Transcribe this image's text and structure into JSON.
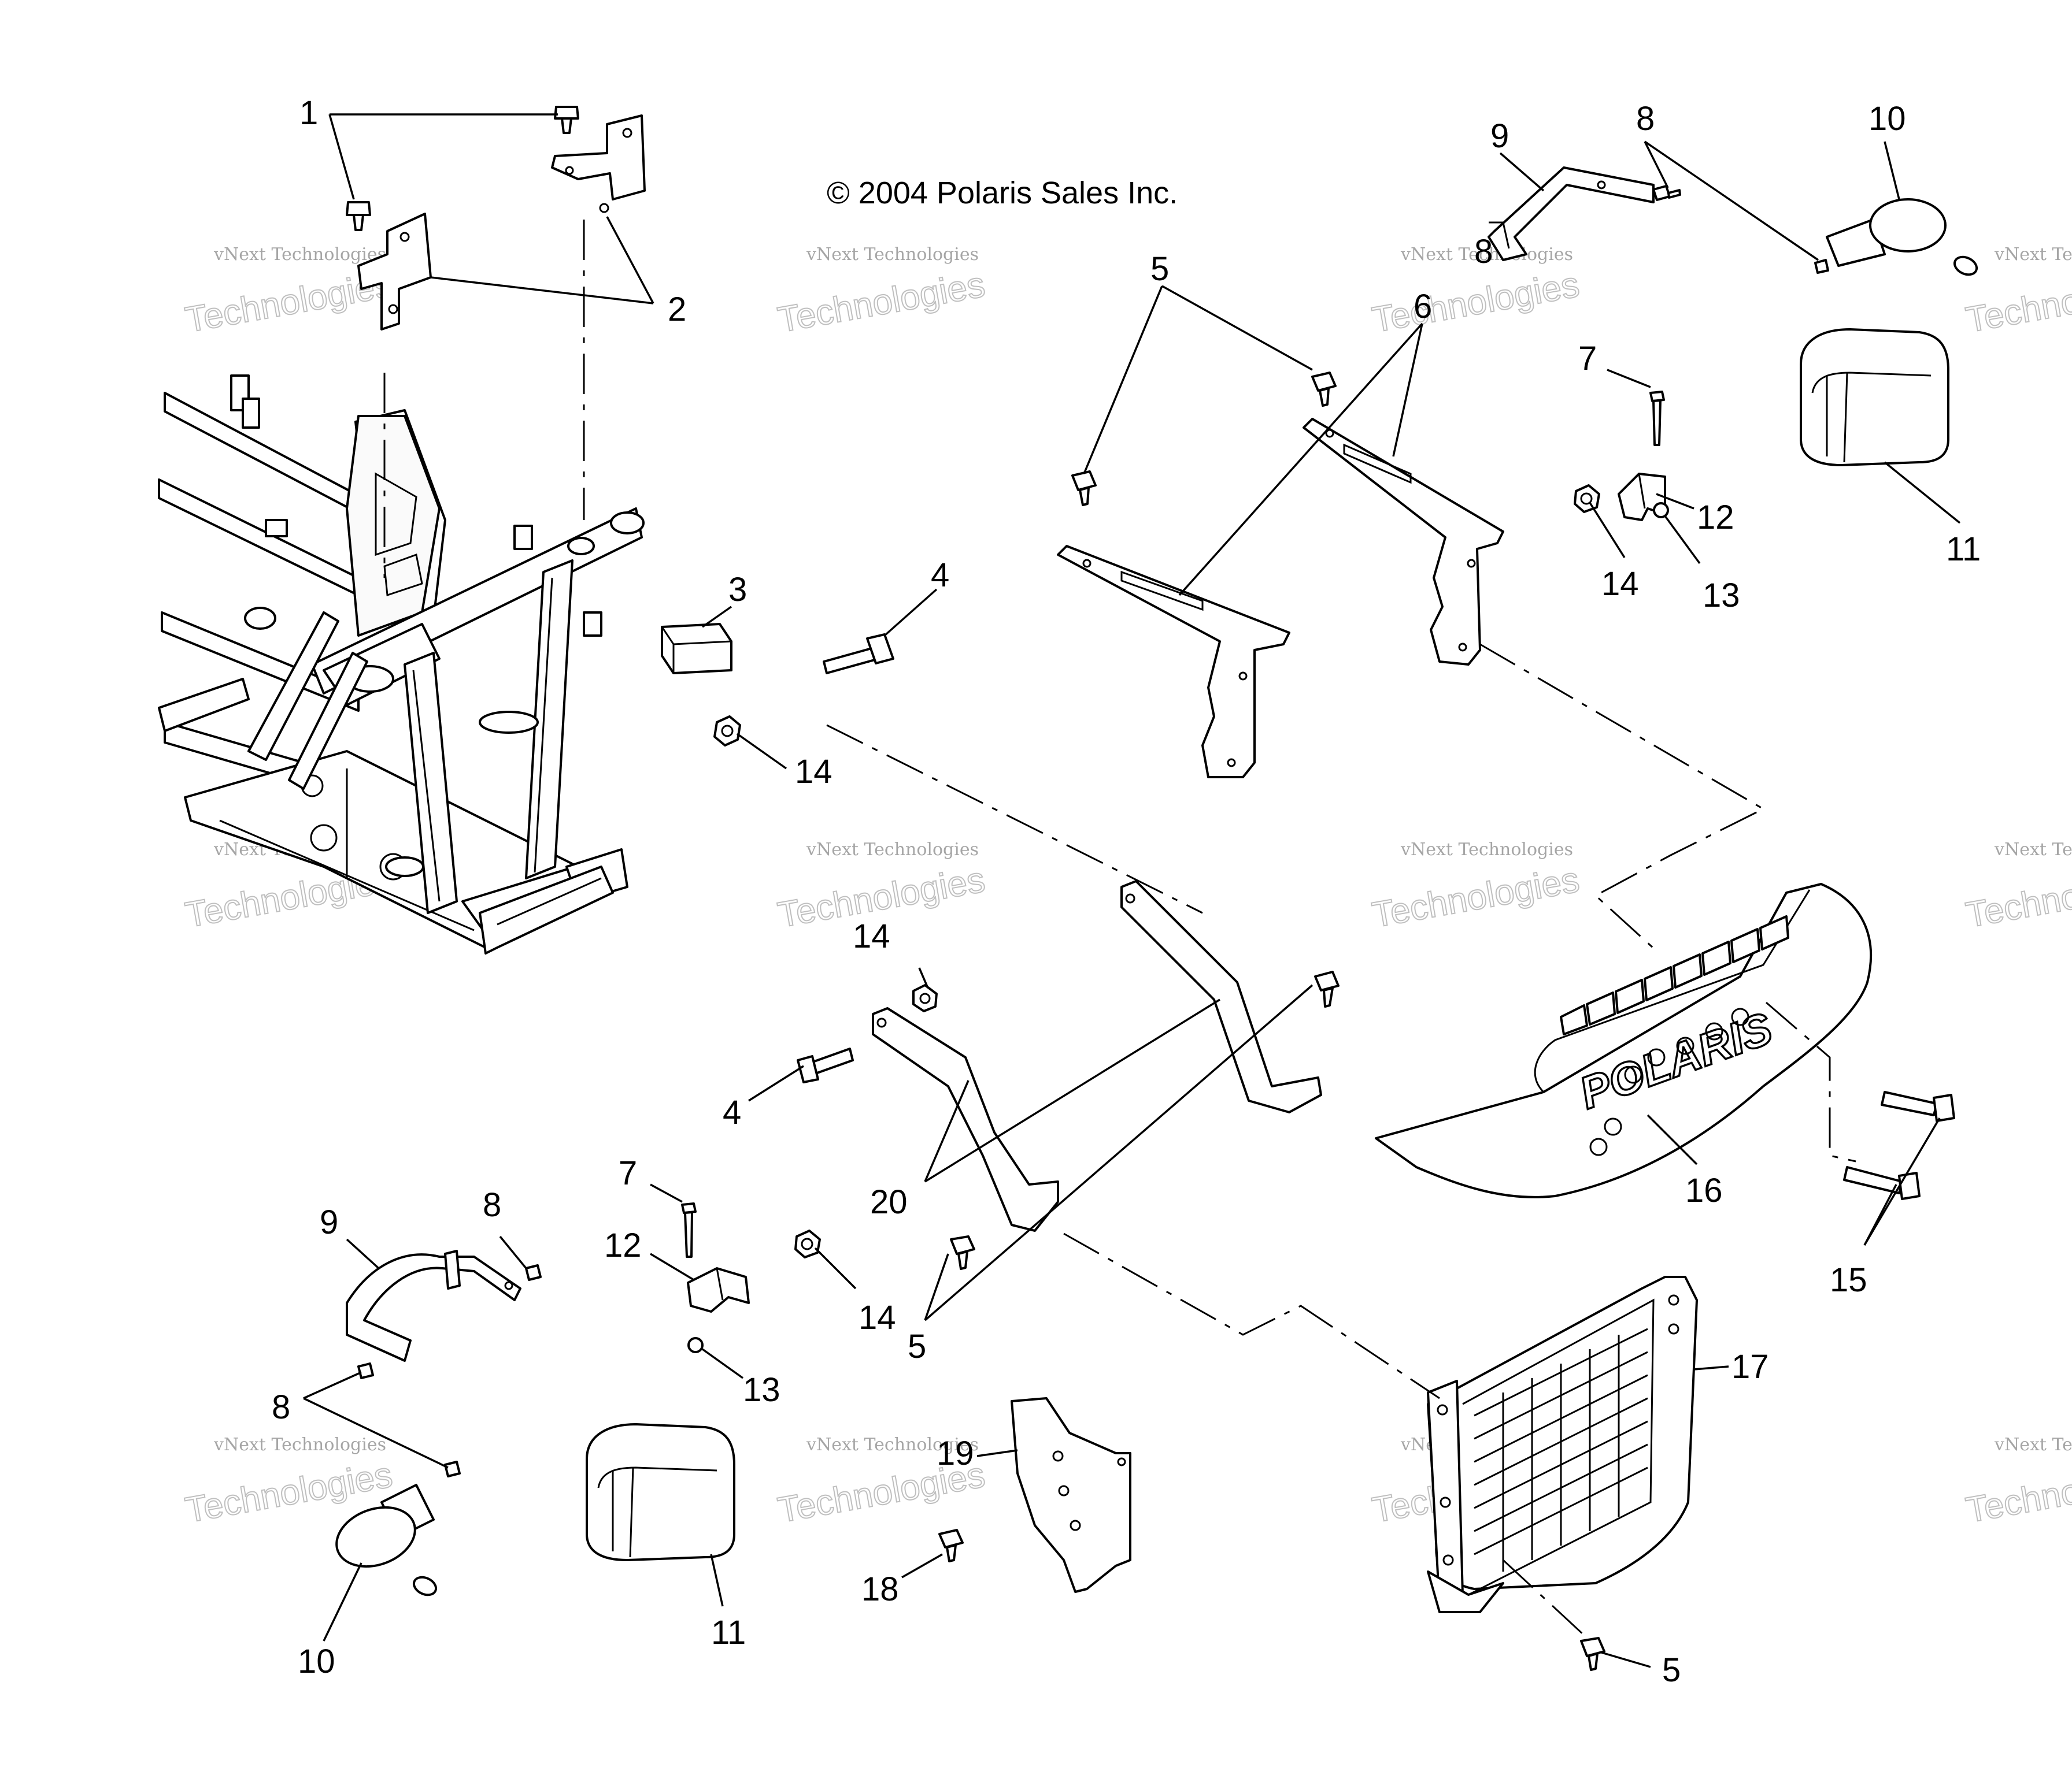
{
  "copyright": "© 2004 Polaris Sales Inc.",
  "watermark": {
    "line1": "vNext Technologies",
    "line2": "vNext",
    "line3": "Technologies"
  },
  "logo_text": "POLARIS",
  "callouts": {
    "c1": "1",
    "c2": "2",
    "c3": "3",
    "c4a": "4",
    "c4b": "4",
    "c5a": "5",
    "c5b": "5",
    "c5c": "5",
    "c6": "6",
    "c7a": "7",
    "c7b": "7",
    "c8a": "8",
    "c8b": "8",
    "c8c": "8",
    "c8d": "8",
    "c9a": "9",
    "c9b": "9",
    "c10a": "10",
    "c10b": "10",
    "c11a": "11",
    "c11b": "11",
    "c12a": "12",
    "c12b": "12",
    "c13a": "13",
    "c13b": "13",
    "c14a": "14",
    "c14b": "14",
    "c14c": "14",
    "c14d": "14",
    "c15": "15",
    "c16": "16",
    "c17": "17",
    "c18": "18",
    "c19": "19",
    "c20": "20"
  }
}
